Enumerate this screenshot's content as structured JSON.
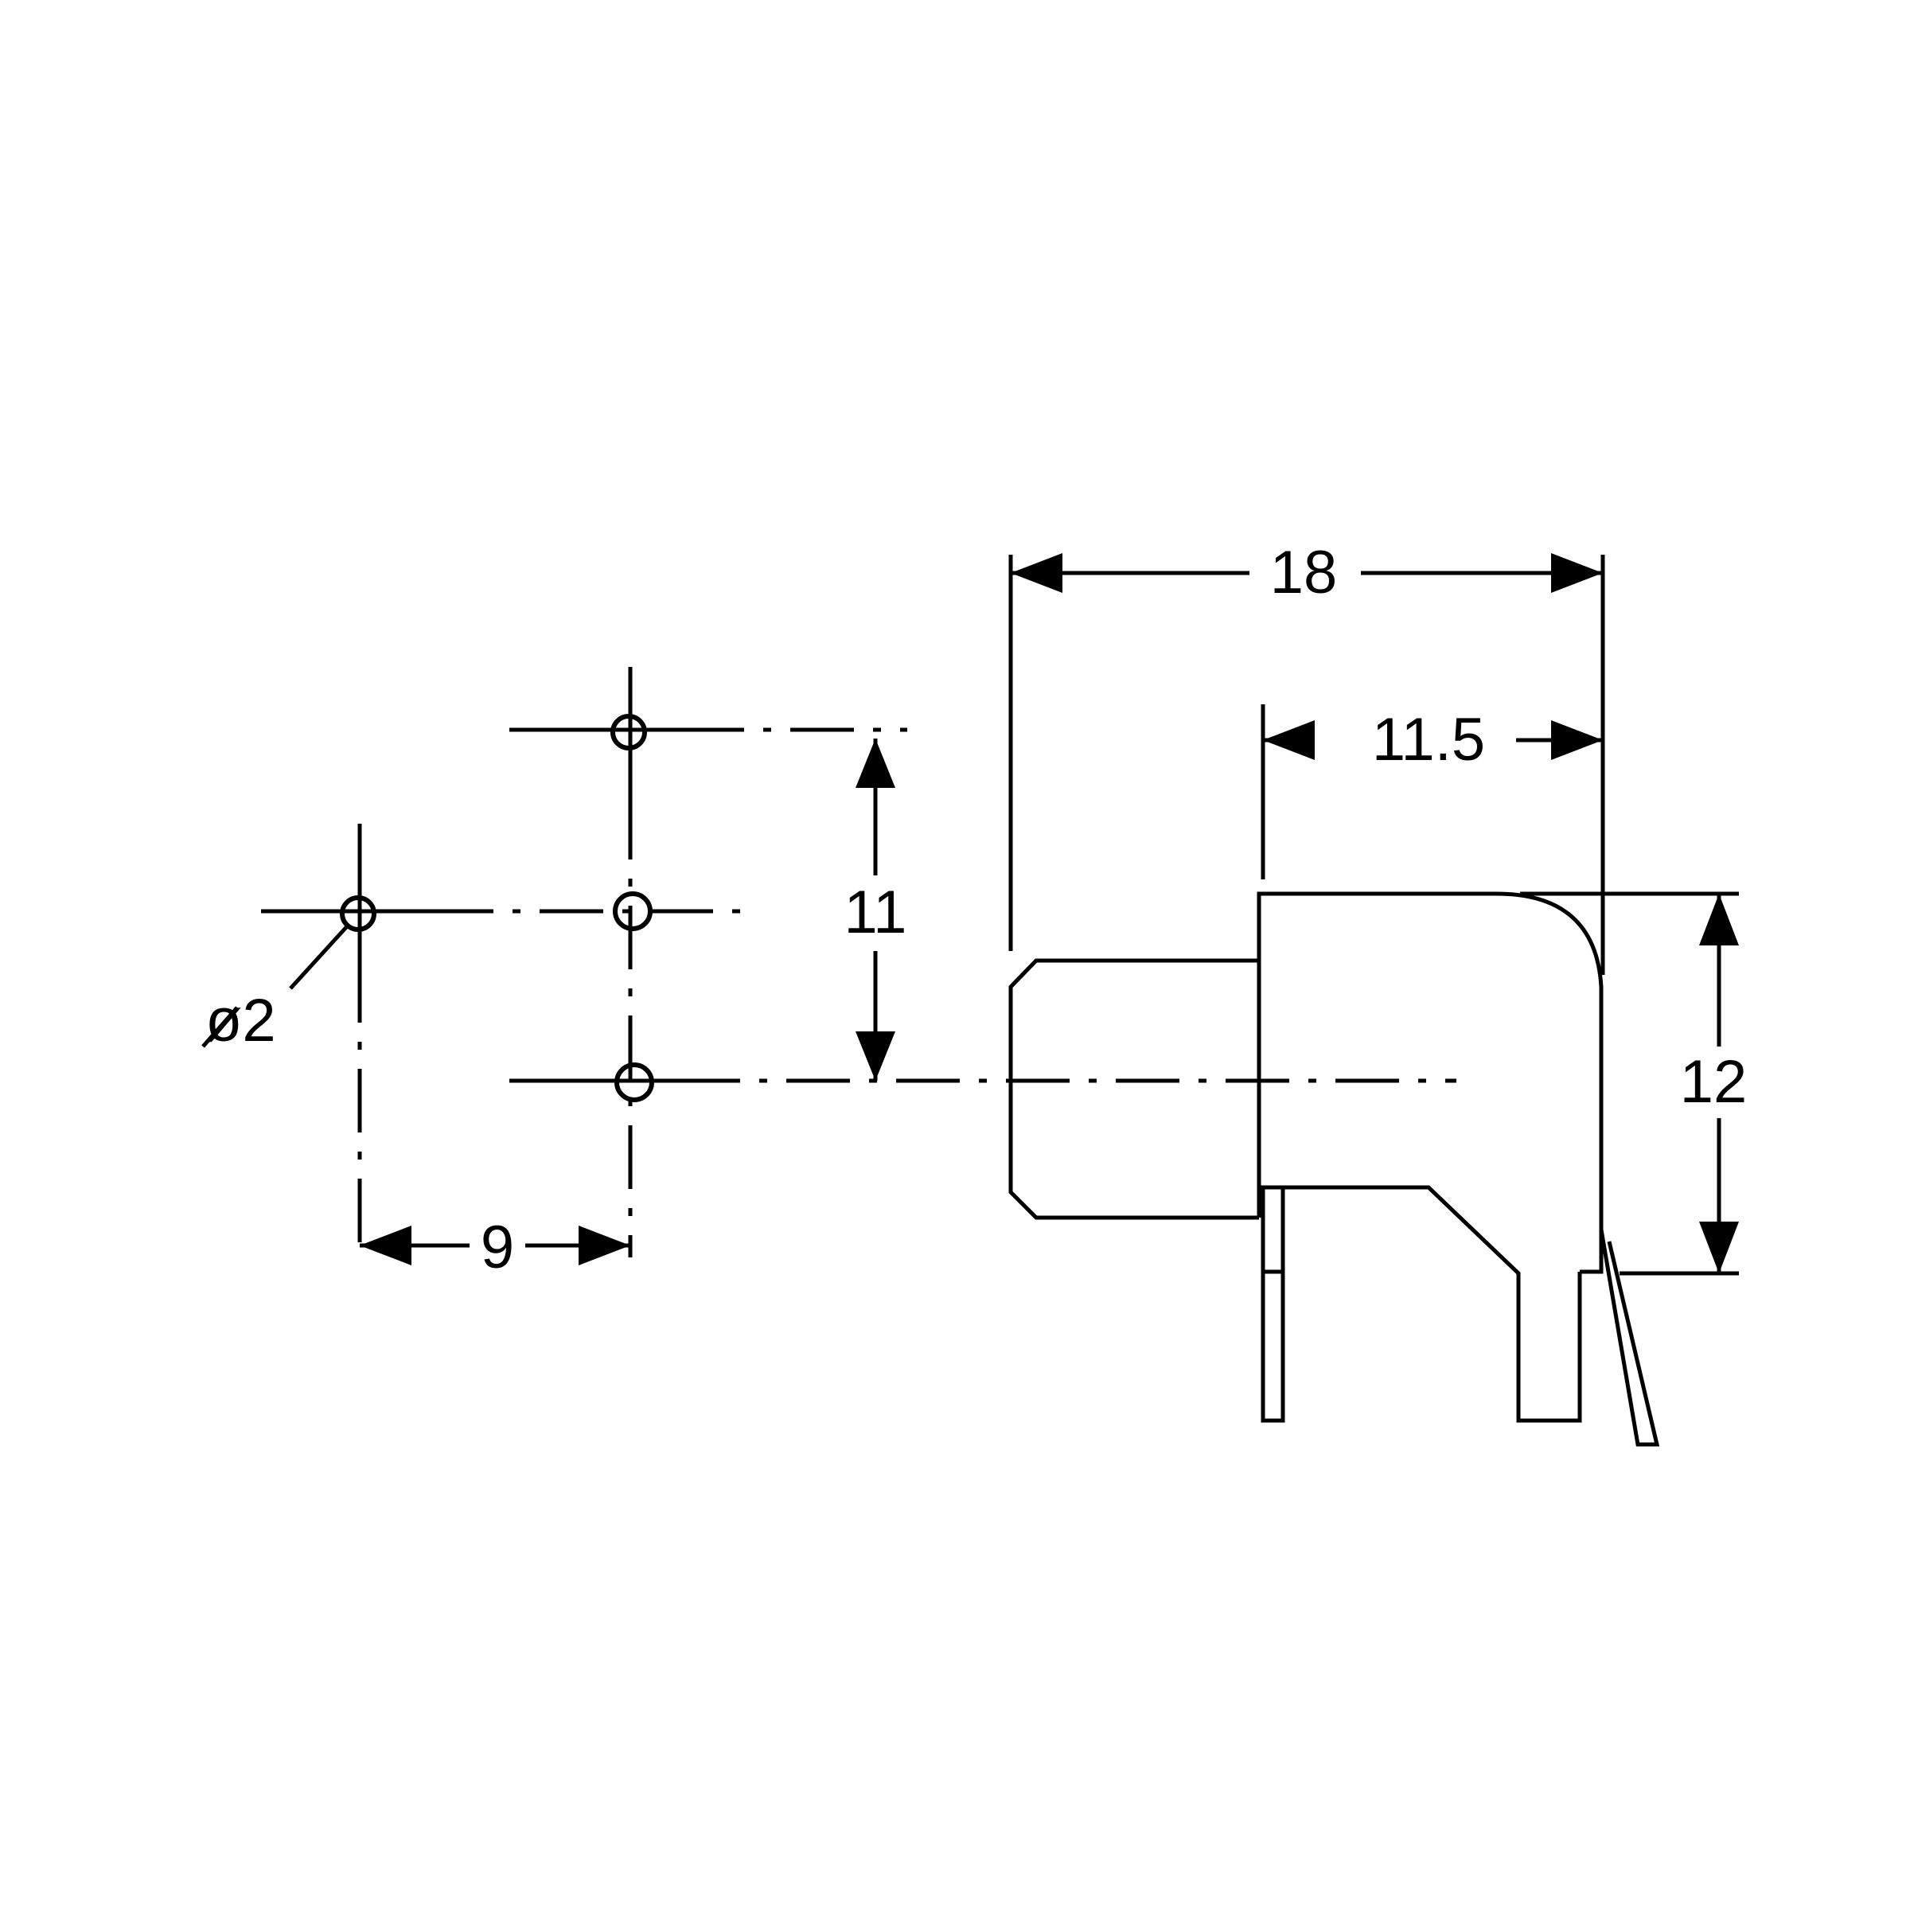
{
  "colors": {
    "line": "#000000",
    "background": "#ffffff"
  },
  "dimensions": {
    "hole_diameter": "ø2",
    "pitch_x": "9",
    "pitch_y": "11",
    "overall_length": "18",
    "body_length": "11.5",
    "body_height": "12"
  }
}
